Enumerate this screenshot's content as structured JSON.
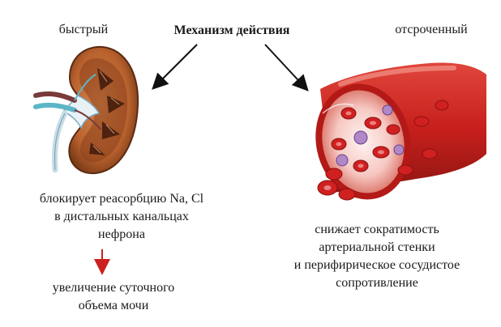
{
  "diagram": {
    "title": "Механизм действия",
    "left": {
      "label": "быстрый",
      "image": "kidney-illustration",
      "description": [
        "блокирует реасорбцию Na, Cl",
        "в дистальных канальцах",
        "нефрона"
      ],
      "result": [
        "увеличение суточного",
        "объема мочи"
      ]
    },
    "right": {
      "label": "отсроченный",
      "image": "blood-vessel-illustration",
      "description": [
        "снижает сократимость",
        "артериальной стенки",
        "и перифирическое сосудистое",
        "сопротивление"
      ]
    },
    "colors": {
      "kidney": "#b8612e",
      "kidney_dark": "#5a2a12",
      "vessel": "#c8201c",
      "blood_cell": "#d02020",
      "white_cell": "#b088c8",
      "arrow_red": "#cc1f1f",
      "arrow_black": "#111111"
    }
  }
}
